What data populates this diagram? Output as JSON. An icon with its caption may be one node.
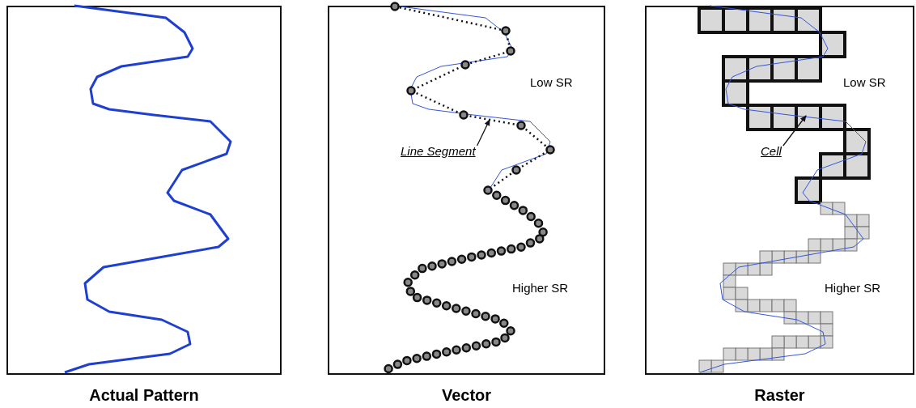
{
  "diagram": {
    "nodes": [
      {
        "text": [
          "Actual Pattern"
        ]
      },
      {
        "text": [
          "Vector"
        ]
      },
      {
        "text": [
          "Raster"
        ]
      },
      {
        "text": [
          "Line Segment"
        ],
        "in": 1
      },
      {
        "text": [
          "Cell"
        ],
        "in": 2
      }
    ],
    "edges": [
      {
        "from": 3,
        "to": null,
        "arrow": "to"
      },
      {
        "from": 4,
        "to": null,
        "arrow": "to"
      }
    ],
    "labels": [
      "Low SR",
      "Higher SR",
      "Low SR",
      "Higher SR"
    ]
  }
}
